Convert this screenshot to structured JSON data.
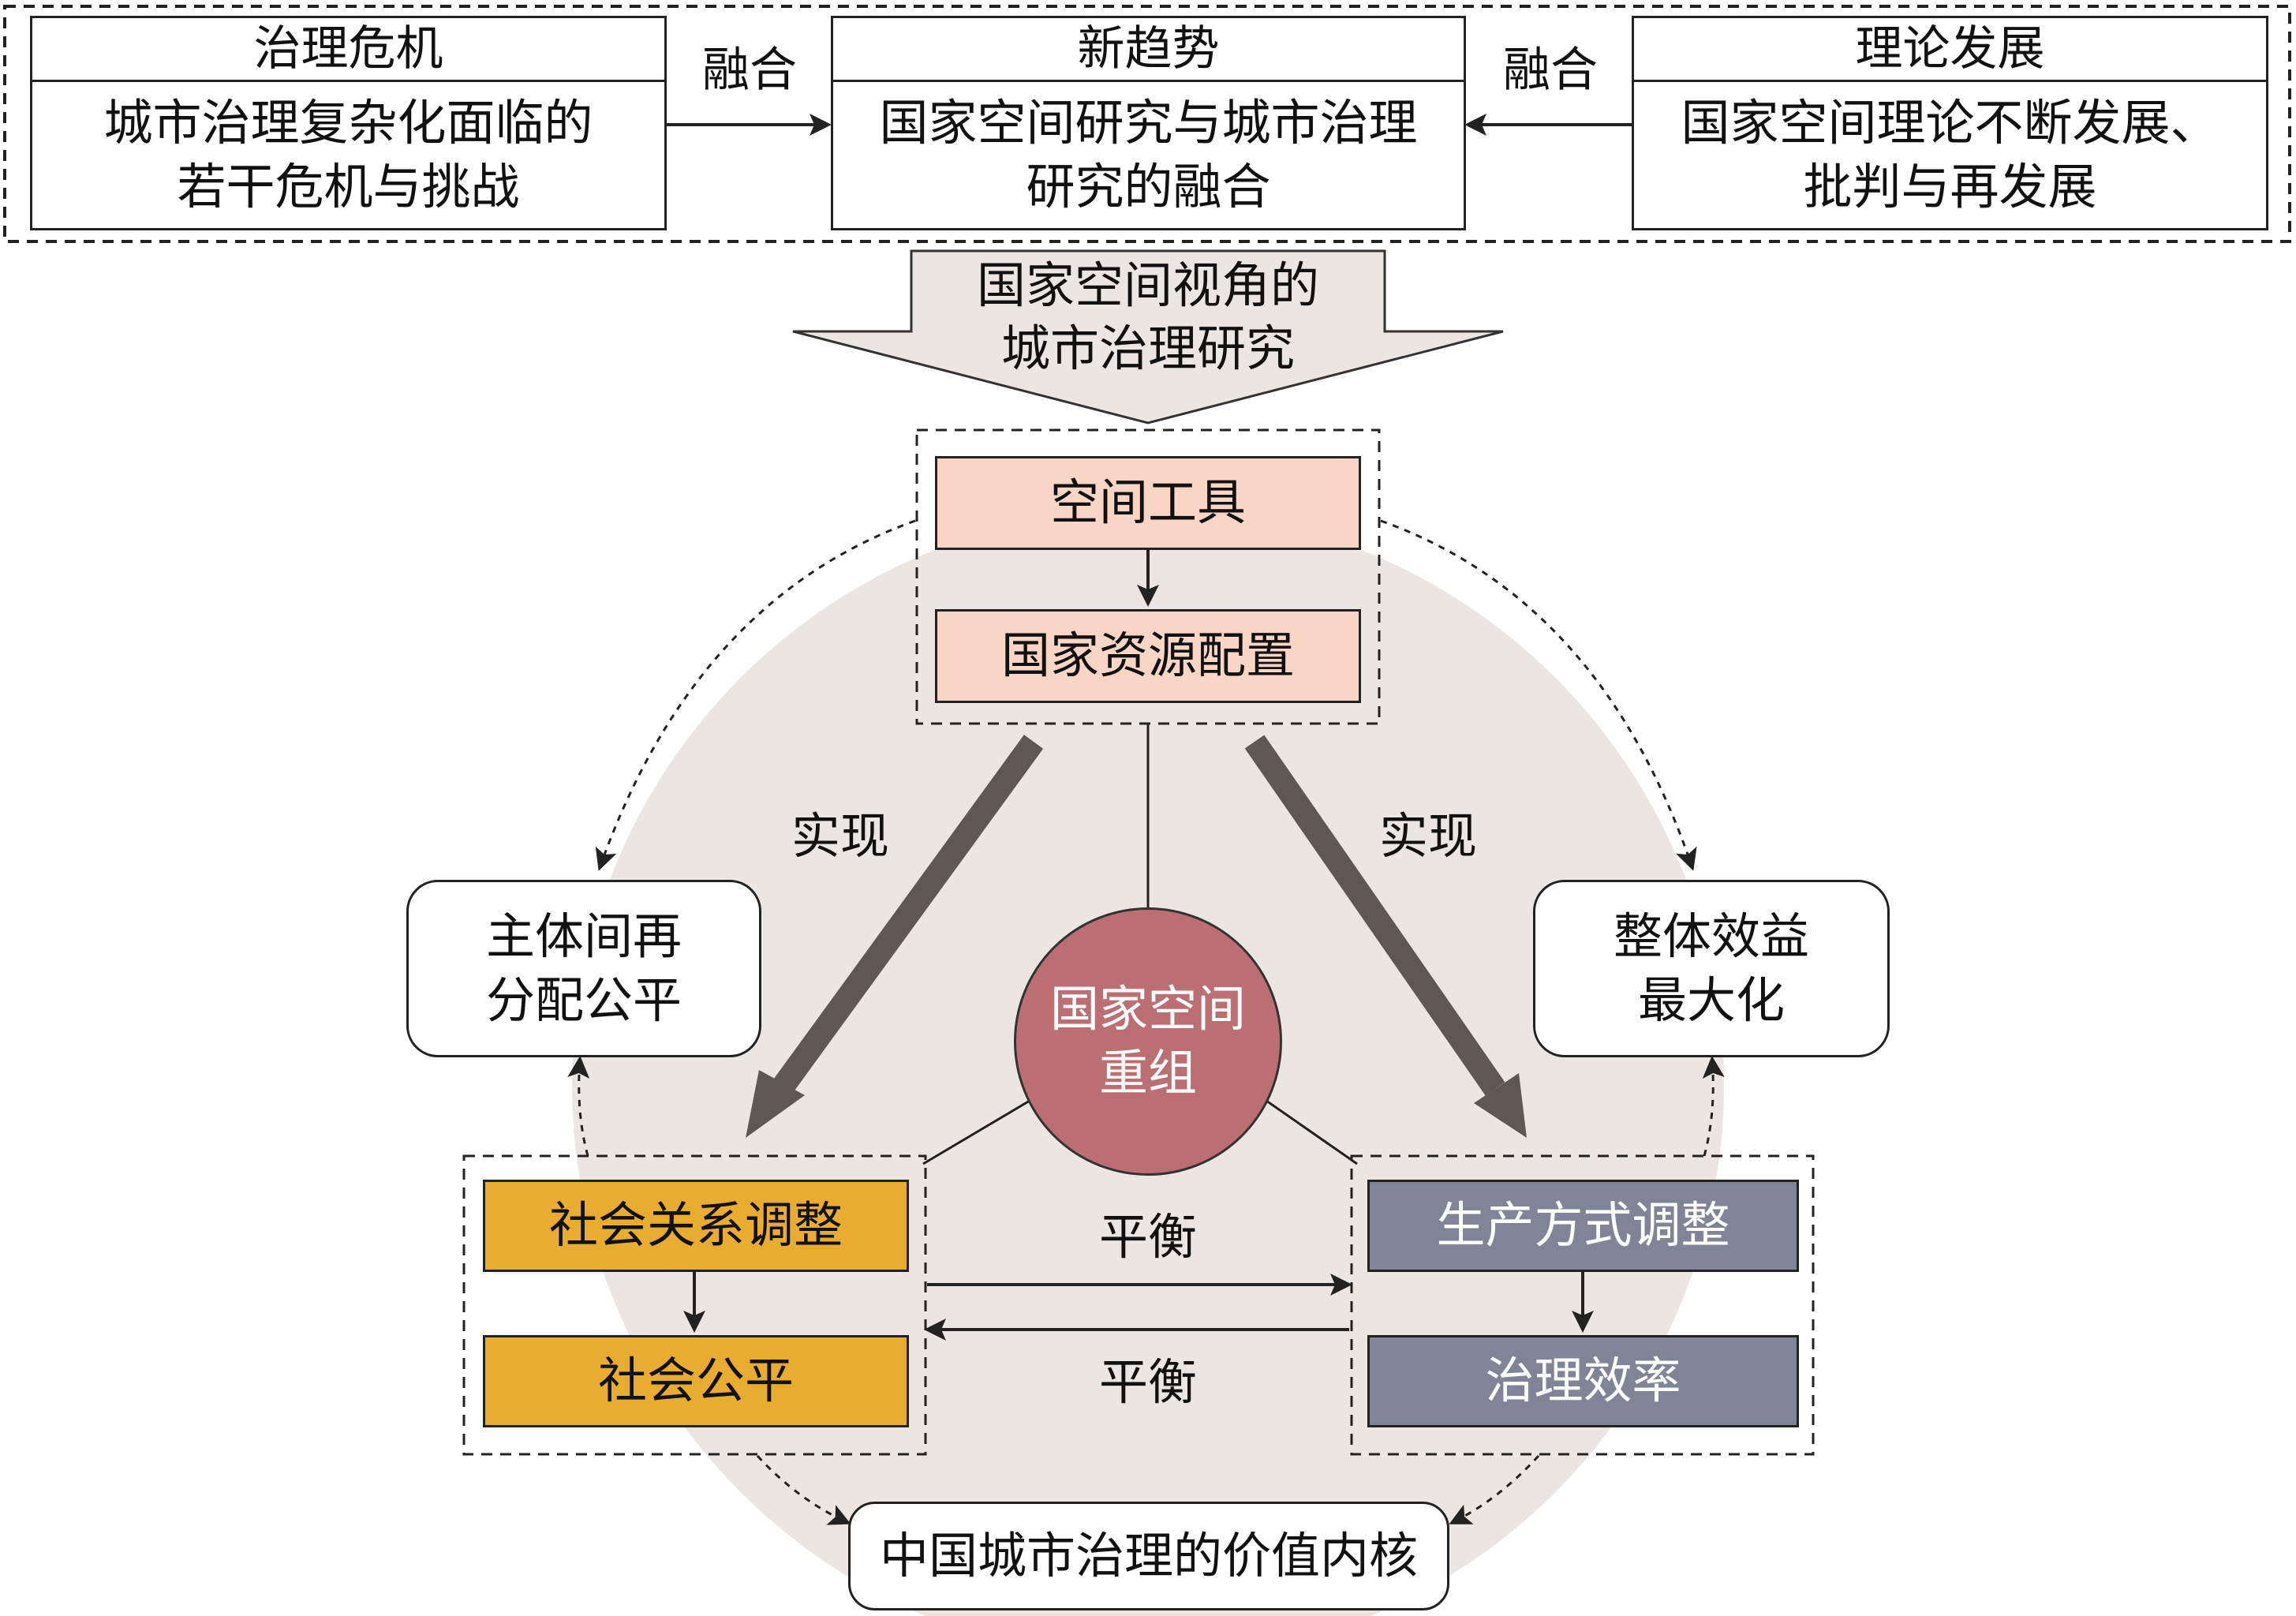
{
  "top": {
    "left": {
      "title": "治理危机",
      "body_line1": "城市治理复杂化面临的",
      "body_line2": "若干危机与挑战"
    },
    "middle": {
      "title": "新趋势",
      "body_line1": "国家空间研究与城市治理",
      "body_line2": "研究的融合"
    },
    "right": {
      "title": "理论发展",
      "body_line1": "国家空间理论不断发展、",
      "body_line2": "批判与再发展"
    },
    "merge_left": "融合",
    "merge_right": "融合"
  },
  "big_arrow": {
    "line1": "国家空间视角的",
    "line2": "城市治理研究"
  },
  "center_top": {
    "tool": "空间工具",
    "allocation": "国家资源配置"
  },
  "realize_left": "实现",
  "realize_right": "实现",
  "outer_left": {
    "line1": "主体间再",
    "line2": "分配公平"
  },
  "outer_right": {
    "line1": "整体效益",
    "line2": "最大化"
  },
  "core_circle": {
    "line1": "国家空间",
    "line2": "重组"
  },
  "bottom_left": {
    "top": "社会关系调整",
    "bottom": "社会公平"
  },
  "bottom_right": {
    "top": "生产方式调整",
    "bottom": "治理效率"
  },
  "balance_top": "平衡",
  "balance_bottom": "平衡",
  "bottom_core": "中国城市治理的价值内核",
  "colors": {
    "pink": "#f9d5c6",
    "gold": "#e8ac31",
    "slate": "#7f8596",
    "circle": "#bc6f72",
    "bg_disc": "#ece6e2",
    "thick_arrow": "#5f5752"
  }
}
